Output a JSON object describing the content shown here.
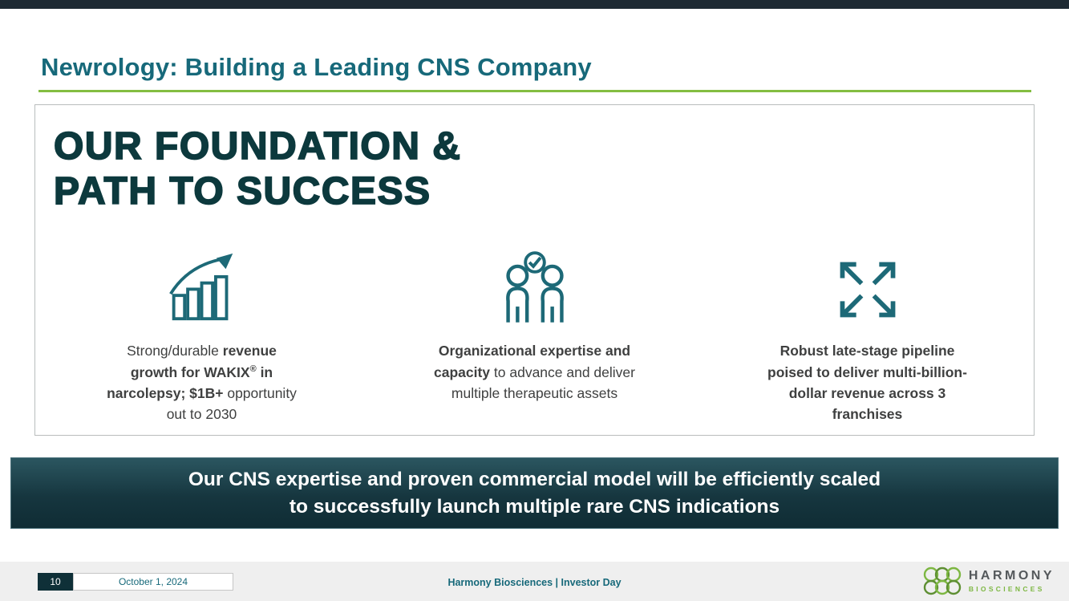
{
  "header": {
    "title": "Newrology: Building a Leading CNS Company"
  },
  "card": {
    "heading_lines": [
      "OUR FOUNDATION &",
      "PATH TO SUCCESS"
    ],
    "columns": [
      {
        "icon": "growth-chart-icon",
        "segments": [
          {
            "t": "Strong/durable ",
            "b": false
          },
          {
            "t": "revenue growth for WAKIX",
            "b": true
          },
          {
            "t": "®",
            "b": true,
            "sup": true
          },
          {
            "t": " in narcolepsy; $1B+",
            "b": true
          },
          {
            "t": " opportunity out to 2030",
            "b": false
          }
        ]
      },
      {
        "icon": "team-check-icon",
        "segments": [
          {
            "t": "Organizational expertise and capacity",
            "b": true
          },
          {
            "t": " to advance and deliver multiple therapeutic assets",
            "b": false
          }
        ]
      },
      {
        "icon": "expand-arrows-icon",
        "segments": [
          {
            "t": "Robust late-stage pipeline poised to deliver multi-billion-dollar revenue across 3 franchises",
            "b": true
          }
        ]
      }
    ]
  },
  "banner": {
    "line1": "Our CNS expertise and proven commercial model will be efficiently scaled",
    "line2": "to successfully launch multiple rare CNS indications"
  },
  "footer": {
    "page_number": "10",
    "date": "October 1, 2024",
    "center_text": "Harmony Biosciences  |  Investor Day"
  },
  "logo": {
    "primary": "HARMONY",
    "secondary": "BIOSCIENCES"
  },
  "colors": {
    "title_teal": "#17697A",
    "accent_green": "#84BD41",
    "heading_dark": "#0C393D",
    "icon_teal": "#1D6977",
    "banner_top": "#2B5660",
    "banner_bottom": "#0F2C34",
    "footer_bg": "#EFEFEF",
    "logo_green": "#7DB742"
  }
}
